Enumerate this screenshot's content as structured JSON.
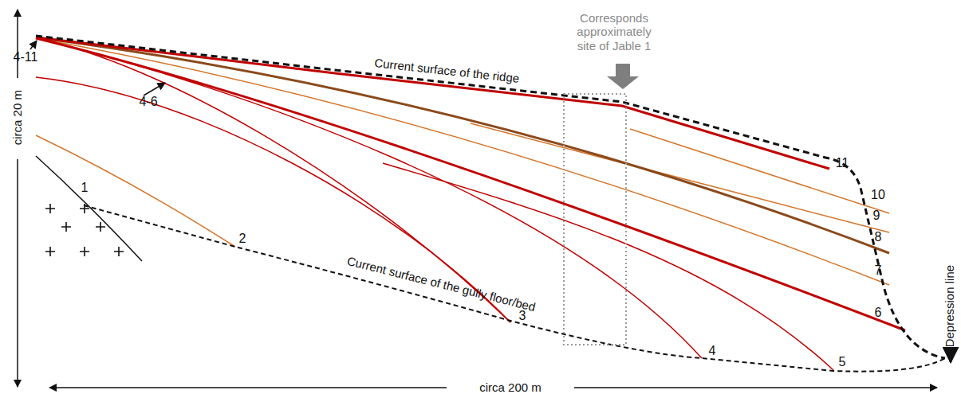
{
  "diagram": {
    "labels": [
      "4-11",
      "4-6",
      "circa 20 m",
      "Corresponds approximately site of Jable 1",
      "Current surface of the ridge",
      "11",
      "10",
      "9",
      "8",
      "7",
      "6",
      "1",
      "2",
      "Current surface of the gully floor/bed",
      "3",
      "4",
      "5",
      "Depression line",
      "circa 200 m"
    ]
  }
}
